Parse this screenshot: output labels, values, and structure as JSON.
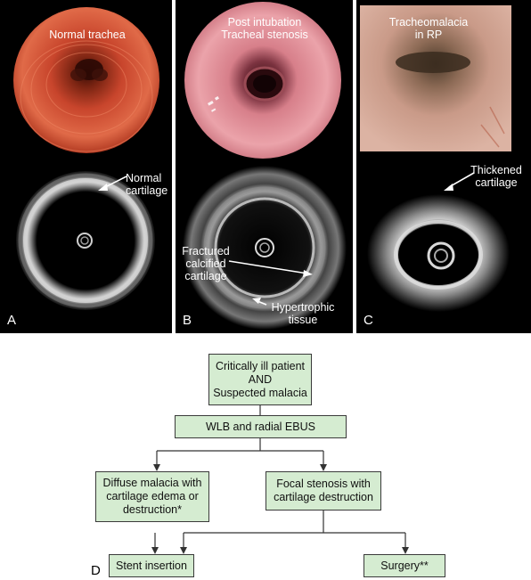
{
  "panels": {
    "a": {
      "letter": "A",
      "title": "Normal trachea",
      "annotation": [
        "Normal",
        "cartilage"
      ]
    },
    "b": {
      "letter": "B",
      "title": [
        "Post intubation",
        "Tracheal stenosis"
      ],
      "annotation_fractured": [
        "Fractured",
        "calcified",
        "cartilage"
      ],
      "annotation_hypertrophic": [
        "Hypertrophic",
        "tissue"
      ]
    },
    "c": {
      "letter": "C",
      "title": [
        "Tracheomalacia",
        "in RP"
      ],
      "annotation": [
        "Thickened",
        "cartilage"
      ]
    }
  },
  "flowchart": {
    "letter": "D",
    "top_box": [
      "Critically ill patient",
      "AND",
      "Suspected malacia"
    ],
    "second_box": "WLB and radial EBUS",
    "left_box": [
      "Diffuse malacia with",
      "cartilage edema or",
      "destruction*"
    ],
    "right_box": [
      "Focal stenosis with",
      "cartilage destruction"
    ],
    "stent_box": "Stent insertion",
    "surgery_box": "Surgery**"
  },
  "colors": {
    "box_fill": "#d5ecd1",
    "panel_bg": "#000000",
    "mucosa_a": "#c8452c",
    "mucosa_b": "#e79aa2",
    "mucosa_c": "#c99a88"
  }
}
